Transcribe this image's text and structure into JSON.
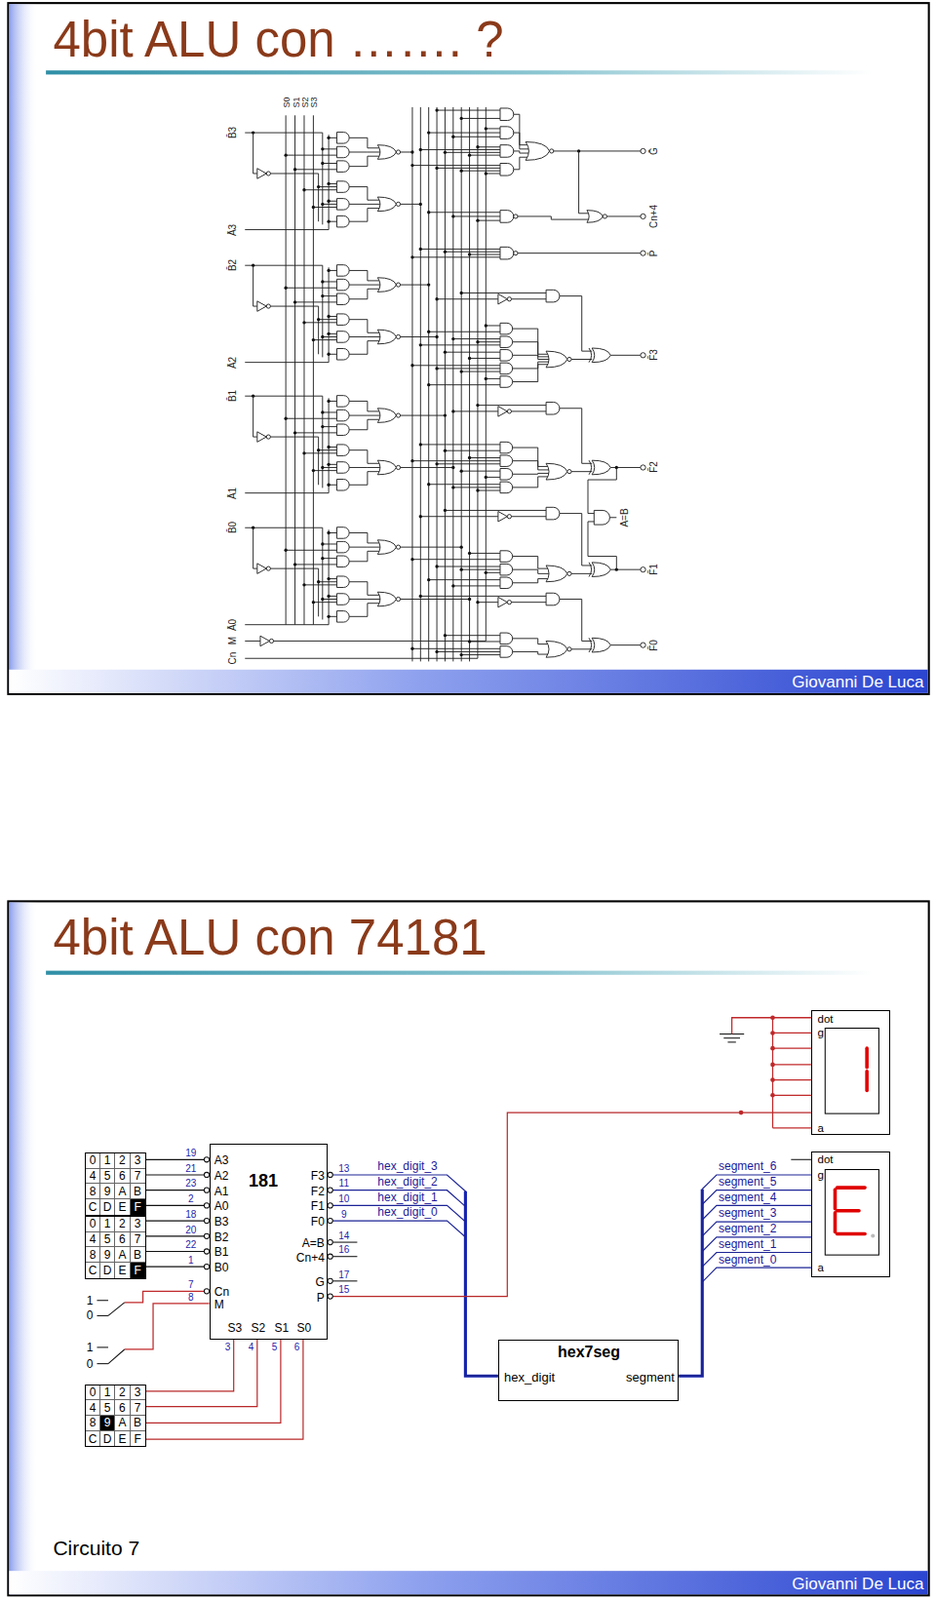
{
  "diagram": {
    "nodes": [
      {
        "text": [
          "4bit ALU con ……. ?",
          "Giovanni De Luca"
        ]
      },
      {
        "text": [
          "4bit ALU con 74181",
          "Circuito 7",
          "Giovanni De Luca"
        ]
      },
      {
        "text": [
          "dot",
          "g",
          "a"
        ],
        "in": 1
      },
      {
        "text": [
          "0",
          "1",
          "2",
          "3",
          "4",
          "5",
          "6",
          "7",
          "8",
          "9",
          "A",
          "B",
          "C",
          "D",
          "E",
          "F"
        ],
        "in": 1
      },
      {
        "text": [
          "0",
          "1",
          "2",
          "3",
          "4",
          "5",
          "6",
          "7",
          "8",
          "9",
          "A",
          "B",
          "C",
          "D",
          "E",
          "F"
        ],
        "in": 1
      },
      {
        "text": [
          "181",
          "A3",
          "A2",
          "A1",
          "A0",
          "B3",
          "B2",
          "B1",
          "B0",
          "Cn",
          "M",
          "F3",
          "F2",
          "F1",
          "F0",
          "A=B",
          "Cn+4",
          "G",
          "P",
          "S3",
          "S2",
          "S1",
          "S0"
        ],
        "in": 1
      },
      {
        "text": [
          "dot",
          "g",
          "a"
        ],
        "in": 1
      },
      {
        "text": [
          "0",
          "1",
          "2",
          "3",
          "4",
          "5",
          "6",
          "7",
          "8",
          "9",
          "A",
          "B",
          "C",
          "D",
          "E",
          "F"
        ],
        "in": 1
      },
      {
        "text": [
          "hex7seg",
          "hex_digit",
          "segment"
        ],
        "in": 1
      }
    ],
    "edges": [
      {
        "from": 3,
        "to": 5,
        "arrow": "none"
      },
      {
        "from": 3,
        "to": 5,
        "arrow": "none"
      },
      {
        "from": 3,
        "to": 5,
        "arrow": "none"
      },
      {
        "from": 3,
        "to": 5,
        "arrow": "none"
      },
      {
        "from": 4,
        "to": 5,
        "arrow": "none"
      },
      {
        "from": 4,
        "to": 5,
        "arrow": "none"
      },
      {
        "from": 4,
        "to": 5,
        "arrow": "none"
      },
      {
        "from": 4,
        "to": 5,
        "arrow": "none"
      },
      {
        "from": 7,
        "to": 5,
        "arrow": "none"
      },
      {
        "from": 7,
        "to": 5,
        "arrow": "none"
      },
      {
        "from": 7,
        "to": 5,
        "arrow": "none"
      },
      {
        "from": 7,
        "to": 5,
        "arrow": "none"
      },
      {
        "from": 5,
        "to": 8,
        "arrow": "none",
        "label": "hex_digit_3"
      },
      {
        "from": 5,
        "to": 8,
        "arrow": "none",
        "label": "hex_digit_2"
      },
      {
        "from": 5,
        "to": 8,
        "arrow": "none",
        "label": "hex_digit_1"
      },
      {
        "from": 5,
        "to": 8,
        "arrow": "none",
        "label": "hex_digit_0"
      },
      {
        "from": 8,
        "to": 6,
        "arrow": "none",
        "label": "segment_6"
      },
      {
        "from": 8,
        "to": 6,
        "arrow": "none",
        "label": "segment_5"
      },
      {
        "from": 8,
        "to": 6,
        "arrow": "none",
        "label": "segment_4"
      },
      {
        "from": 8,
        "to": 6,
        "arrow": "none",
        "label": "segment_3"
      },
      {
        "from": 8,
        "to": 6,
        "arrow": "none",
        "label": "segment_2"
      },
      {
        "from": 8,
        "to": 6,
        "arrow": "none",
        "label": "segment_1"
      },
      {
        "from": 8,
        "to": 6,
        "arrow": "none",
        "label": "segment_0"
      },
      {
        "from": 5,
        "to": 2,
        "arrow": "none"
      }
    ],
    "labels": [
      "B̄3",
      "Ā3",
      "B̄2",
      "Ā2",
      "B̄1",
      "Ā1",
      "B̄0",
      "Ā0",
      "M",
      "Cn",
      "S0",
      "S1",
      "S2",
      "S3",
      "Ḡ",
      "Cn+4",
      "P̄",
      "F̄3",
      "F̄2",
      "A=B",
      "F̄1",
      "F̄0",
      "19",
      "21",
      "23",
      "2",
      "18",
      "20",
      "22",
      "1",
      "7",
      "8",
      "13",
      "11",
      "10",
      "9",
      "14",
      "16",
      "17",
      "15",
      "3",
      "4",
      "5",
      "6",
      "1",
      "0",
      "1",
      "0"
    ]
  }
}
